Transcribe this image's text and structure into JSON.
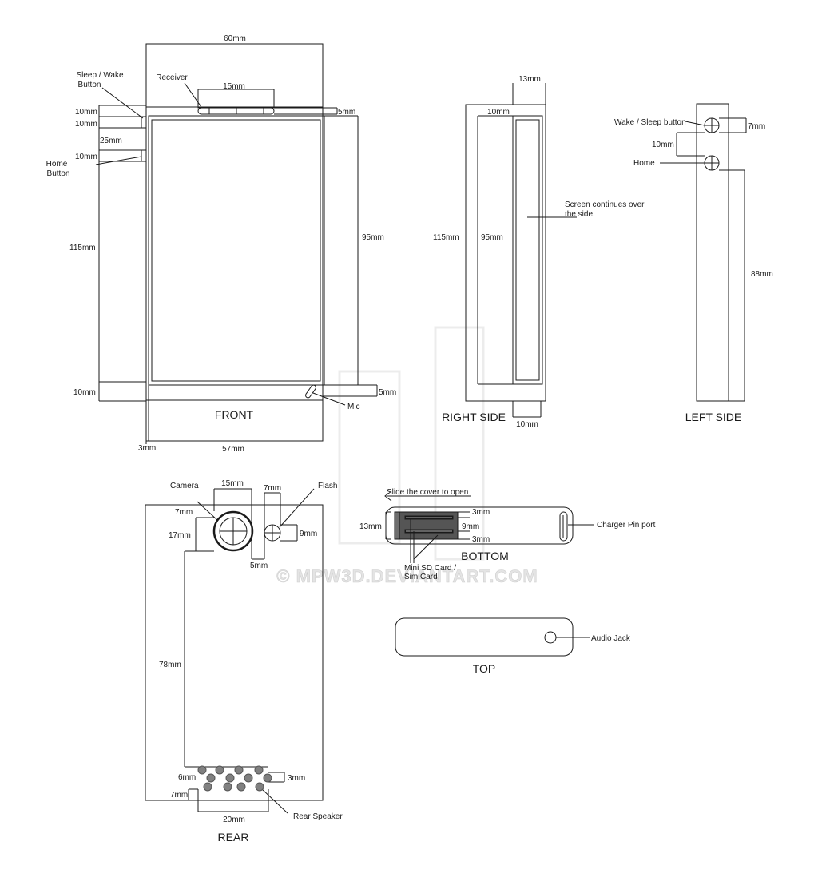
{
  "views": {
    "front": "FRONT",
    "right_side": "RIGHT SIDE",
    "left_side": "LEFT SIDE",
    "rear": "REAR",
    "bottom": "BOTTOM",
    "top": "TOP"
  },
  "watermark": "© MPW3D.DEVIANTART.COM",
  "front": {
    "width": "60mm",
    "sleep_wake": [
      "Sleep / Wake",
      "Button"
    ],
    "receiver": "Receiver",
    "receiver_width": "15mm",
    "receiver_height": "5mm",
    "button_top_offset": "10mm",
    "button_size": "10mm",
    "button_gap": "25mm",
    "home_size": "10mm",
    "home": [
      "Home",
      "Button"
    ],
    "height": "115mm",
    "screen_height": "95mm",
    "bottom_bezel": "10mm",
    "mic_height": "5mm",
    "mic": "Mic",
    "side_margin": "3mm",
    "screen_width": "57mm"
  },
  "right_side": {
    "depth": "13mm",
    "top_bezel": "10mm",
    "height": "115mm",
    "screen_height": "95mm",
    "note": [
      "Screen continues over",
      "the side."
    ],
    "bottom": "10mm"
  },
  "left_side": {
    "wake_sleep": "Wake / Sleep button",
    "button_size": "7mm",
    "gap": "10mm",
    "home": "Home",
    "length": "88mm"
  },
  "rear": {
    "camera": "Camera",
    "camera_offset": "15mm",
    "flash_size": "7mm",
    "flash": "Flash",
    "camera_top": "7mm",
    "camera_size": "17mm",
    "flash_height": "9mm",
    "camera_gap": "5mm",
    "vertical": "78mm",
    "speaker_height": "6mm",
    "speaker_offset": "3mm",
    "speaker_margin": "7mm",
    "speaker_width": "20mm",
    "rear_speaker": "Rear Speaker"
  },
  "bottom": {
    "slide_note": "Slide the cover to open",
    "height": "13mm",
    "slot_top": "3mm",
    "slot_height": "9mm",
    "slot_bottom": "3mm",
    "charger": "Charger Pin port",
    "card": [
      "Mini SD Card /",
      "Sim Card"
    ]
  },
  "top": {
    "audio_jack": "Audio Jack"
  }
}
